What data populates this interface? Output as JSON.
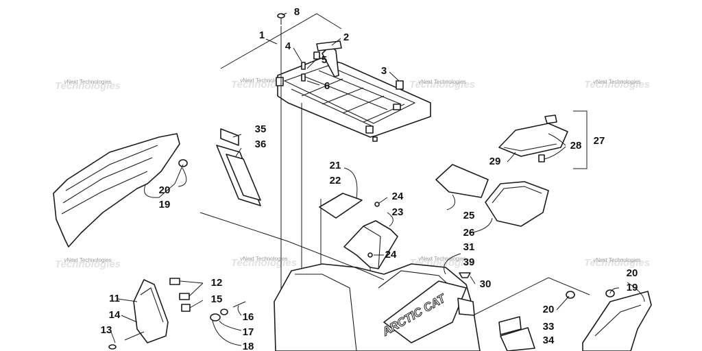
{
  "diagram": {
    "watermark_text": "vNext Technologies",
    "logo_text": "ARCTIC CAT",
    "callouts": [
      "1",
      "2",
      "3",
      "4",
      "5",
      "6",
      "8",
      "11",
      "12",
      "13",
      "14",
      "15",
      "16",
      "17",
      "18",
      "19",
      "20",
      "21",
      "22",
      "23",
      "24",
      "25",
      "26",
      "27",
      "28",
      "29",
      "30",
      "31",
      "33",
      "34",
      "35",
      "36",
      "39"
    ]
  }
}
